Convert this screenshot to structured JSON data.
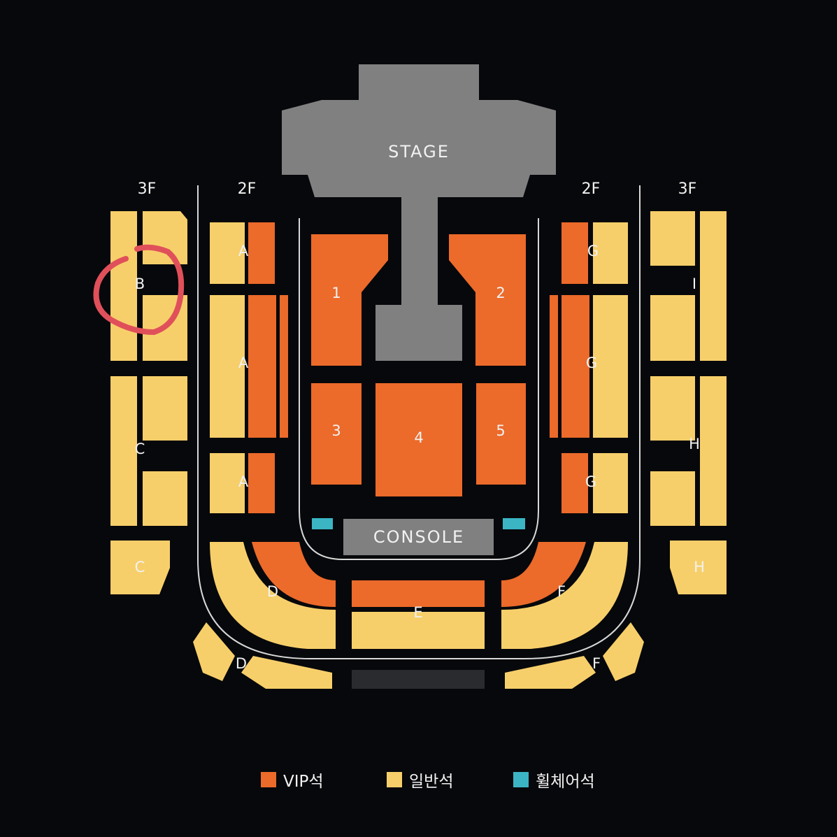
{
  "labels": {
    "stage": "STAGE",
    "console": "CONSOLE",
    "floor_3f": "3F",
    "floor_2f": "2F"
  },
  "sections": {
    "floor_1": "1",
    "floor_2": "2",
    "floor_3": "3",
    "floor_4": "4",
    "floor_5": "5",
    "A": "A",
    "B": "B",
    "C": "C",
    "D": "D",
    "E": "E",
    "F": "F",
    "G": "G",
    "H": "H",
    "I": "I"
  },
  "legend": [
    {
      "label": "VIP석",
      "color": "#ec6a2a"
    },
    {
      "label": "일반석",
      "color": "#f7cf6a"
    },
    {
      "label": "휠체어석",
      "color": "#3bb5c4"
    }
  ],
  "colors": {
    "background": "#07080b",
    "vip": "#ec6a2a",
    "general": "#f7cf6a",
    "wheelchair": "#3bb5c4",
    "stage": "#808080",
    "divider": "#d8d8d8",
    "annotation": "#e0505a"
  }
}
